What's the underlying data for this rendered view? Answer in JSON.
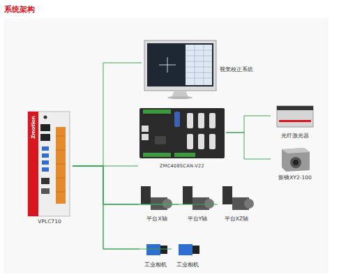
{
  "diagram": {
    "title": "系统架构",
    "nodes": [
      {
        "text": [
          "VPLC710"
        ]
      },
      {
        "text": [
          "视觉校正系统"
        ]
      },
      {
        "text": [
          "ZMC408SCAN-V22"
        ]
      },
      {
        "text": [
          "光纤激光器"
        ]
      },
      {
        "text": [
          "振镜XY2-100"
        ]
      },
      {
        "text": [
          "平台X轴"
        ]
      },
      {
        "text": [
          "平台Y轴"
        ]
      },
      {
        "text": [
          "平台XZ轴"
        ]
      },
      {
        "text": [
          "工业相机"
        ]
      },
      {
        "text": [
          "工业相机"
        ]
      }
    ],
    "edges": [
      {
        "from": 0,
        "to": 1,
        "arrow": "none"
      },
      {
        "from": 0,
        "to": 2,
        "arrow": "none"
      },
      {
        "from": 0,
        "to": 5,
        "arrow": "none"
      },
      {
        "from": 0,
        "to": 6,
        "arrow": "none"
      },
      {
        "from": 0,
        "to": 7,
        "arrow": "none"
      },
      {
        "from": 0,
        "to": 8,
        "arrow": "none"
      },
      {
        "from": 0,
        "to": 9,
        "arrow": "none"
      },
      {
        "from": 2,
        "to": 3,
        "arrow": "none"
      },
      {
        "from": 2,
        "to": 4,
        "arrow": "none"
      }
    ],
    "labels": [
      "Zmotion"
    ]
  }
}
